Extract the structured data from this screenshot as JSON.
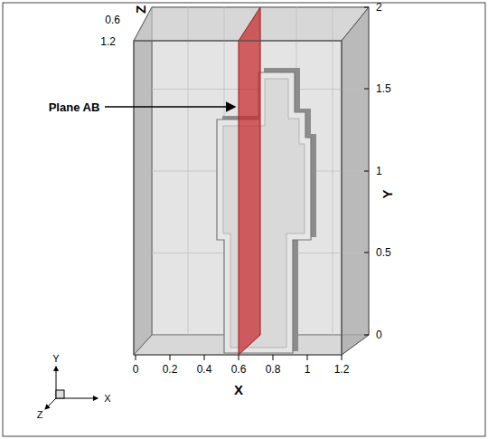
{
  "diagram": {
    "labels": [
      "Z",
      "0.6",
      "1.2",
      "2",
      "Plane AB",
      "1.5",
      "Y",
      "1",
      "0.5",
      "0",
      "0",
      "0.2",
      "0.4",
      "0.6",
      "0.8",
      "1",
      "1.2",
      "X",
      "Y",
      "Z",
      "X"
    ]
  }
}
